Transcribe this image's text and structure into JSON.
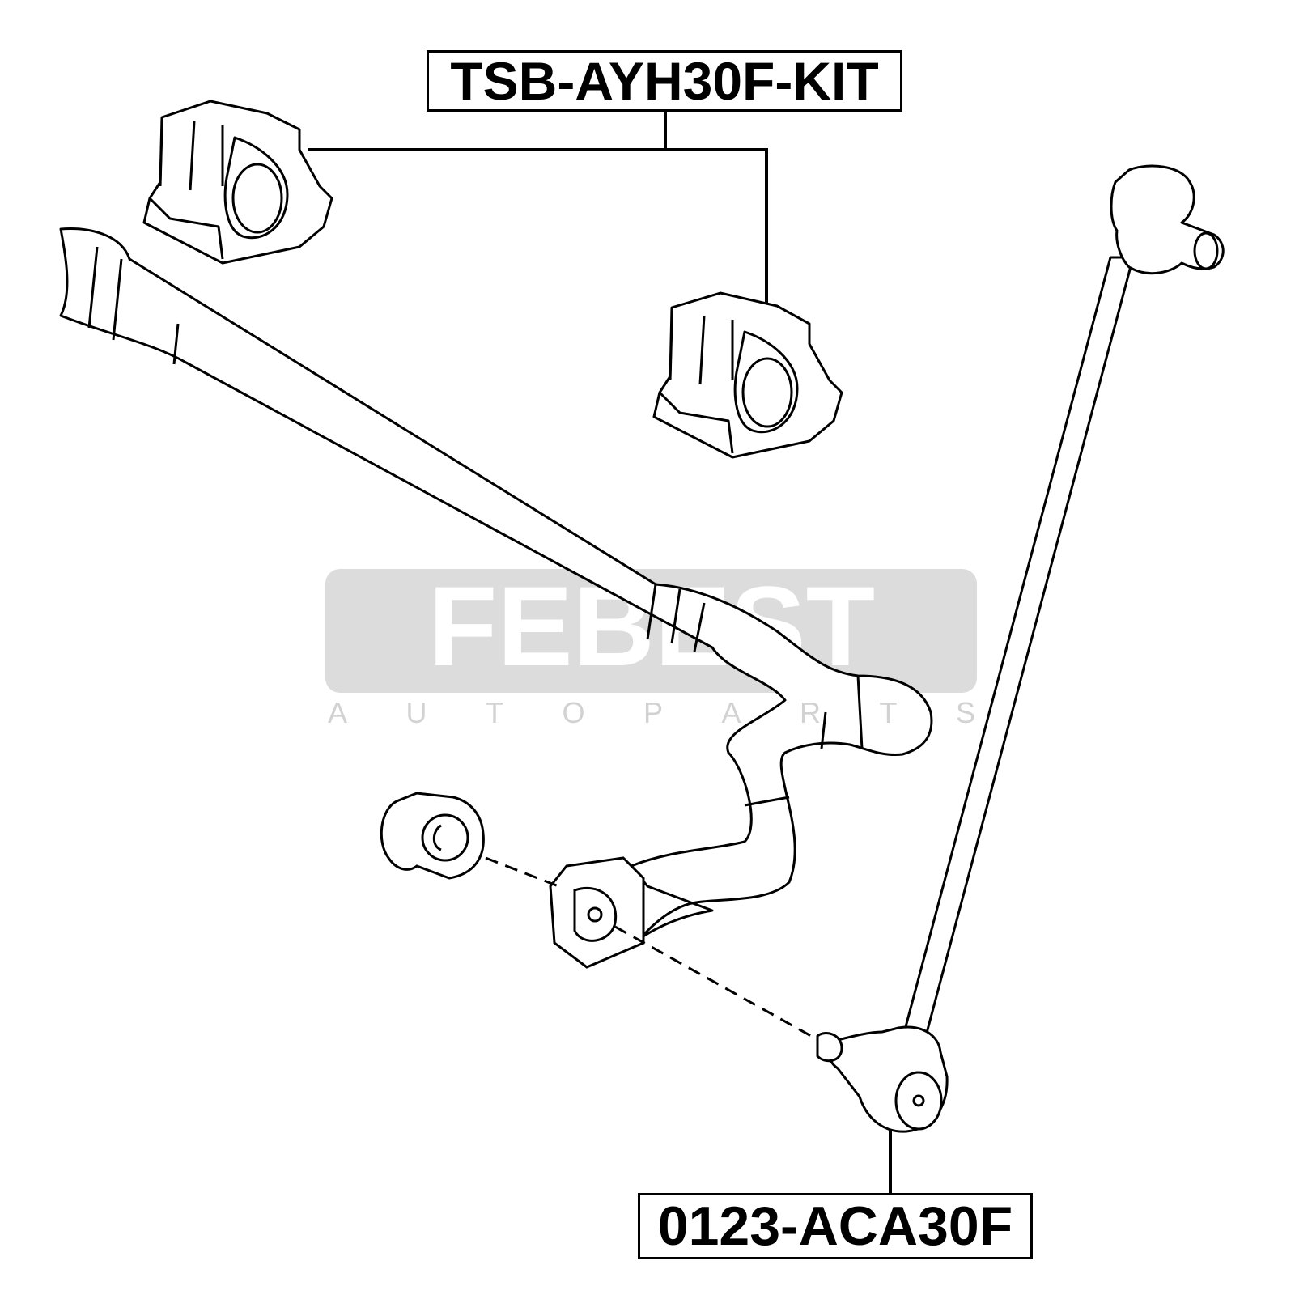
{
  "labels": {
    "kit": "TSB-AYH30F-KIT",
    "link": "0123-ACA30F"
  },
  "watermark": {
    "brand": "FEBEST",
    "tagline": "AUTO PARTS"
  },
  "colors": {
    "line": "#000000",
    "watermark": "#d9d9d9",
    "background": "#ffffff"
  }
}
